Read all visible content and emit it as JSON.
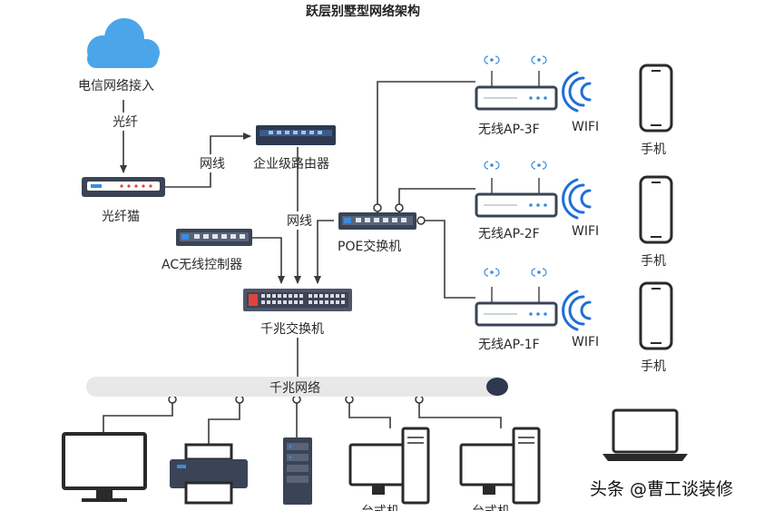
{
  "title": "跃层别墅型网络架构",
  "colors": {
    "cloud": "#4aa6e8",
    "device_dark": "#3a4456",
    "switch_body": "#4f5667",
    "switch_red": "#e0443a",
    "line": "#3a3a3a",
    "backbone": "#e8e8ea",
    "backbone_dot": "#2e3850",
    "wifi": "#1f6fd6",
    "ap_blue": "#3b8be0"
  },
  "nodes": {
    "internet": {
      "label": "电信网络接入",
      "icon": "cloud-icon"
    },
    "ont": {
      "label": "光纤猫",
      "icon": "modem-icon"
    },
    "router": {
      "label": "企业级路由器",
      "icon": "router-icon"
    },
    "ac": {
      "label": "AC无线控制器",
      "icon": "controller-icon"
    },
    "poe": {
      "label": "POE交换机",
      "icon": "poe-switch-icon"
    },
    "gswitch": {
      "label": "千兆交换机",
      "icon": "switch-icon"
    },
    "backbone": {
      "label": "千兆网络"
    }
  },
  "links": {
    "fiber": "光纤",
    "cable_router": "网线",
    "cable_switch": "网线"
  },
  "aps": [
    {
      "label": "无线AP-3F",
      "wifi": "WIFI",
      "phone": "手机"
    },
    {
      "label": "无线AP-2F",
      "wifi": "WIFI",
      "phone": "手机"
    },
    {
      "label": "无线AP-1F",
      "wifi": "WIFI",
      "phone": "手机"
    }
  ],
  "endpoints": [
    {
      "icon": "monitor-icon"
    },
    {
      "icon": "printer-icon"
    },
    {
      "icon": "server-icon"
    },
    {
      "icon": "desktop-icon",
      "label": "台式机"
    },
    {
      "icon": "desktop-icon",
      "label": "台式机"
    },
    {
      "icon": "laptop-icon"
    }
  ],
  "watermark": "头条 @曹工谈装修"
}
